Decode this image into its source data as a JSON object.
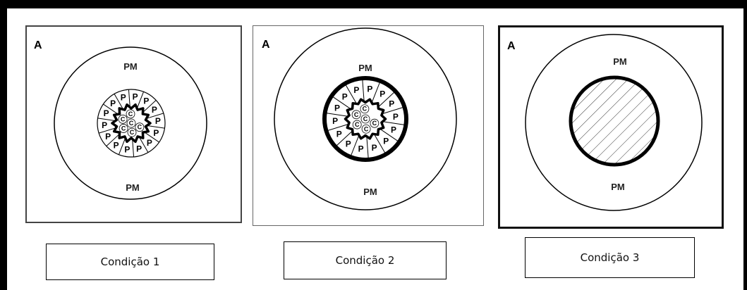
{
  "panels": [
    {
      "letter": "A",
      "outer_label_top": "PM",
      "outer_label_bottom": "PM",
      "cell_label": "P",
      "core_label": "C",
      "caption": "Condição 1"
    },
    {
      "letter": "A",
      "outer_label_top": "PM",
      "outer_label_bottom": "PM",
      "cell_label": "P",
      "core_label": "C",
      "caption": "Condição 2"
    },
    {
      "letter": "A",
      "outer_label_top": "PM",
      "outer_label_bottom": "PM",
      "caption": "Condição 3"
    }
  ]
}
